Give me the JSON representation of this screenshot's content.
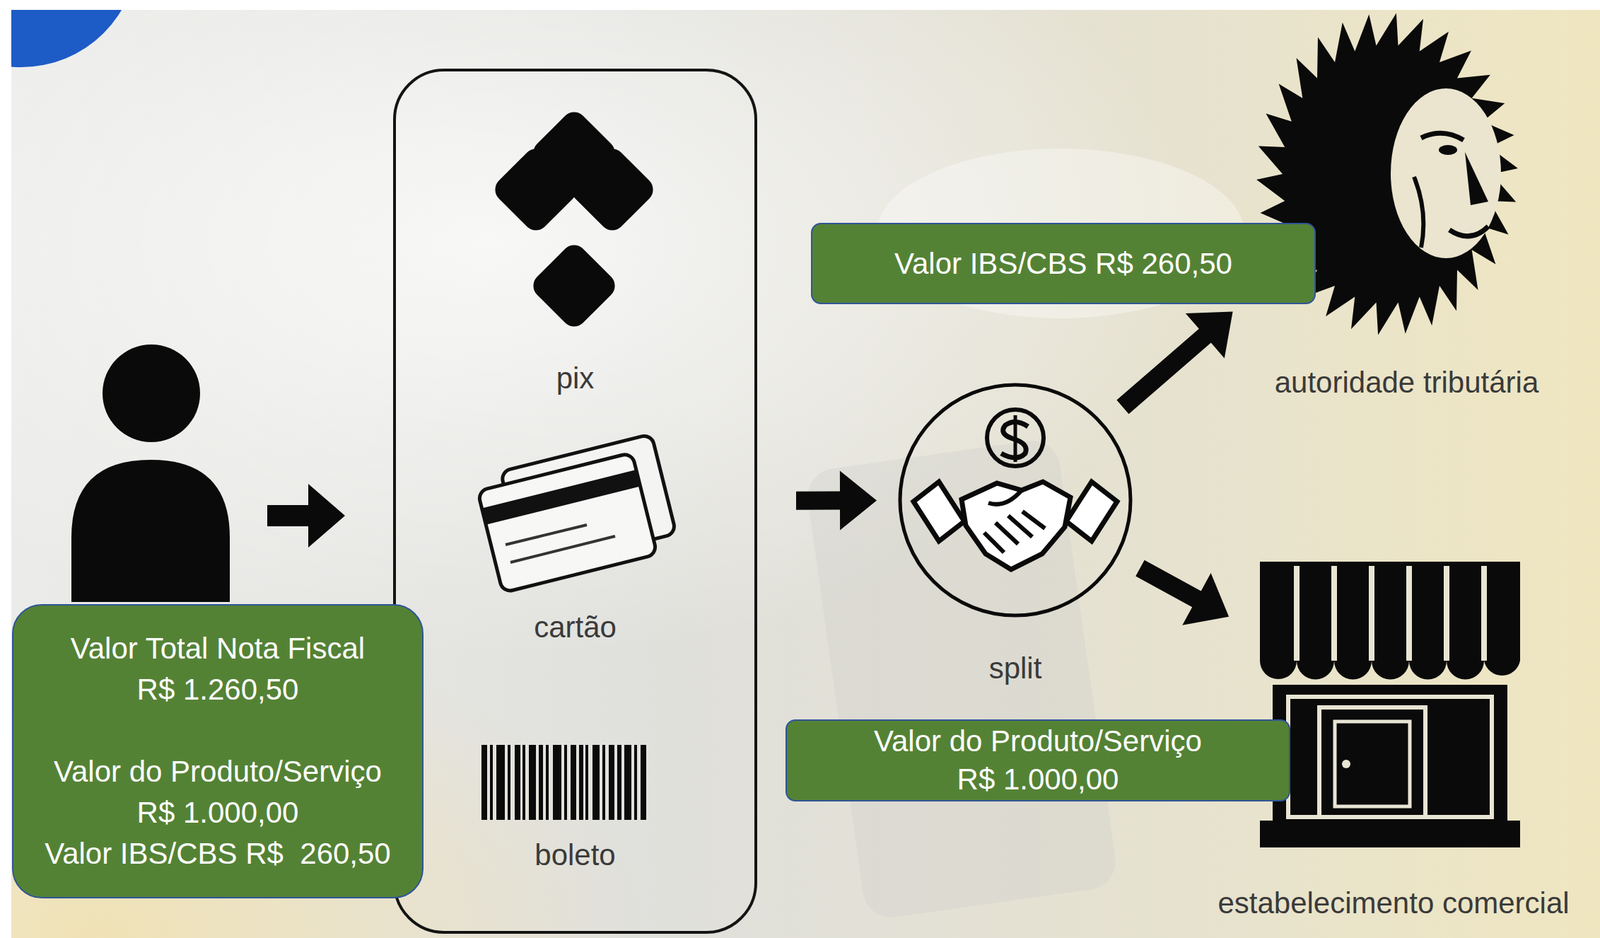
{
  "diagram": {
    "nodes": [
      {
        "text": [
          "Valor Total Nota Fiscal R$ 1.260,50",
          "Valor do Produto/Serviço R$ 1.000,00",
          "Valor IBS/CBS R$  260,50"
        ]
      },
      {
        "text": [
          "pix",
          "cartão",
          "boleto"
        ]
      },
      {
        "text": [
          "split"
        ]
      },
      {
        "text": [
          "Valor IBS/CBS R$ 260,50"
        ]
      },
      {
        "text": [
          "autoridade tributária"
        ]
      },
      {
        "text": [
          "Valor do Produto/Serviço R$ 1.000,00"
        ]
      },
      {
        "text": [
          "estabelecimento comercial"
        ]
      }
    ],
    "edges": [
      {
        "from": 1,
        "to": 2,
        "arrow": "to"
      },
      {
        "from": 2,
        "to": 4,
        "arrow": "to"
      },
      {
        "from": 2,
        "to": 6,
        "arrow": "to"
      }
    ]
  }
}
